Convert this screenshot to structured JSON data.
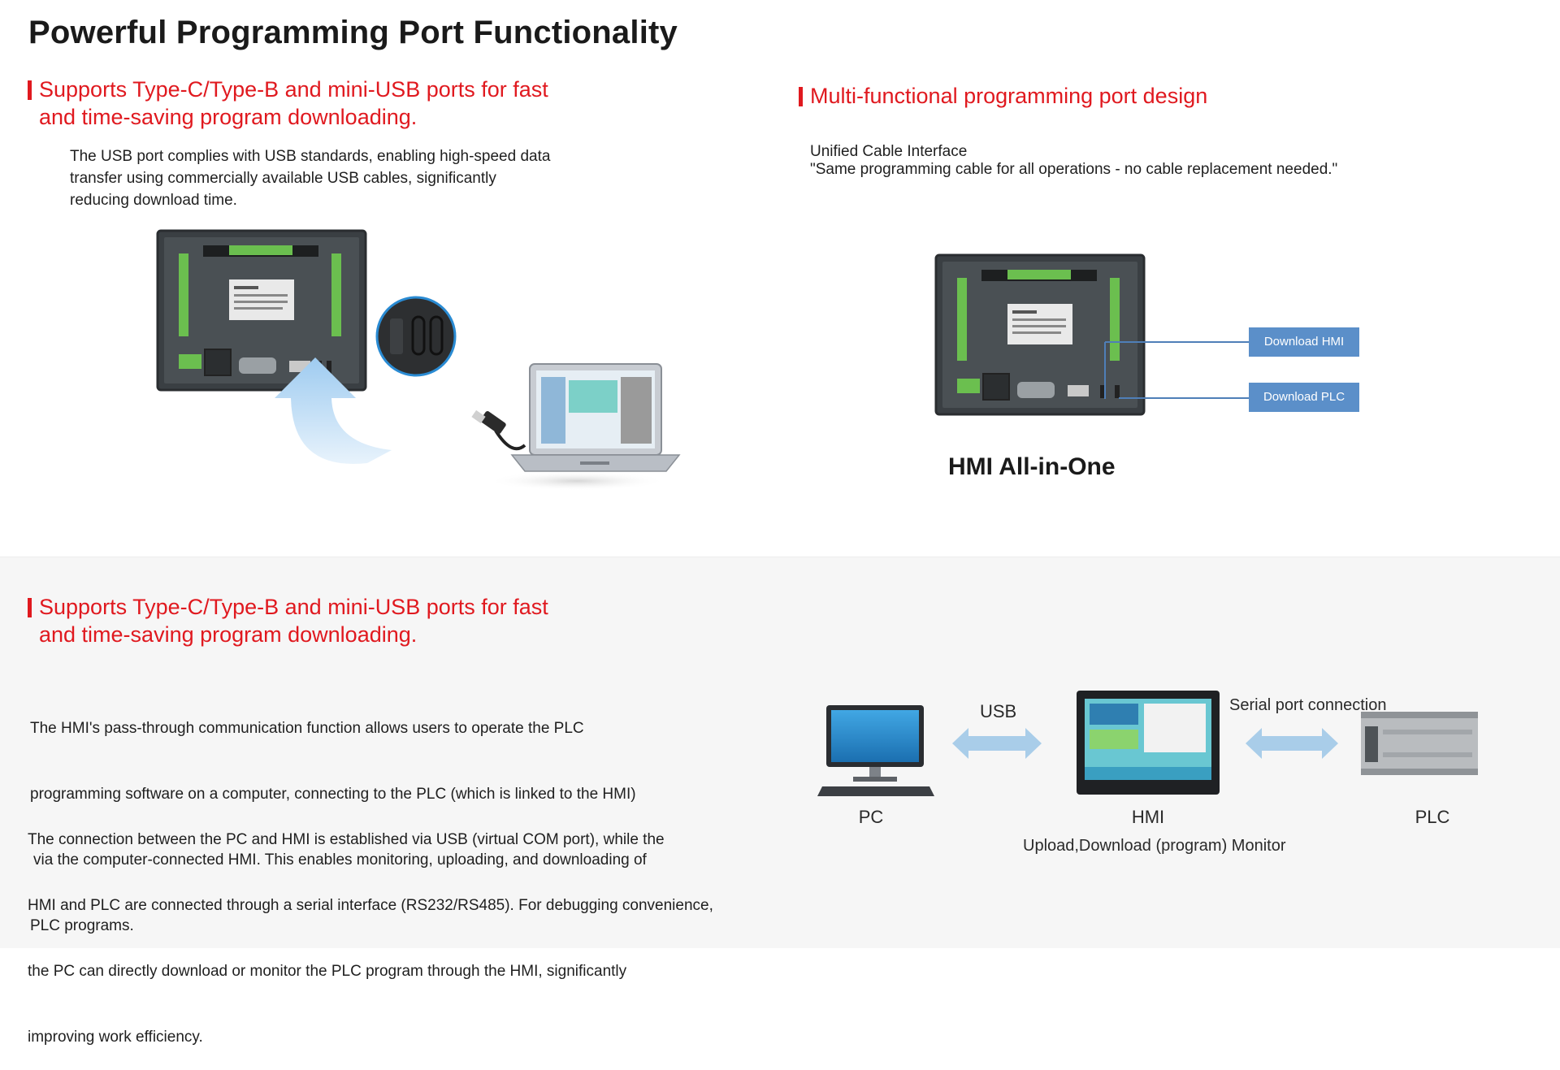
{
  "page": {
    "title": "Powerful Programming Port Functionality"
  },
  "left_top": {
    "heading_line1": "Supports Type-C/Type-B and mini-USB ports for fast",
    "heading_line2": "and time-saving program downloading.",
    "body_line1": "The USB port complies with USB standards, enabling high-speed data",
    "body_line2": "transfer using commercially available USB cables, significantly",
    "body_line3": "reducing download time."
  },
  "right_top": {
    "heading": "Multi-functional programming port design",
    "sub1": "Unified Cable Interface",
    "sub2": "\"Same programming cable for all operations - no cable replacement needed.\"",
    "download_hmi": "Download HMI",
    "download_plc": "Download PLC",
    "caption": "HMI All-in-One"
  },
  "bottom": {
    "heading_line1": "Supports Type-C/Type-B and mini-USB ports for fast",
    "heading_line2": "and time-saving program downloading.",
    "p1_line1": "The HMI's pass-through communication function allows users to operate the PLC",
    "p1_line2": "programming software on a computer, connecting to the PLC (which is linked to the HMI)",
    "p1_line3": "via the computer-connected HMI. This enables monitoring, uploading, and downloading of",
    "p1_line4": "PLC programs.",
    "p2_line1": "The connection between the PC and HMI is established via USB (virtual COM port), while the",
    "p2_line2": "HMI and PLC are connected through a serial interface (RS232/RS485). For debugging convenience,",
    "p2_line3": "the PC can directly download or monitor the PLC program through the HMI, significantly",
    "p2_line4": "improving work efficiency."
  },
  "diagram": {
    "usb_label": "USB",
    "serial_label": "Serial port connection",
    "pc_label": "PC",
    "hmi_label": "HMI",
    "plc_label": "PLC",
    "caption": "Upload,Download (program) Monitor"
  }
}
